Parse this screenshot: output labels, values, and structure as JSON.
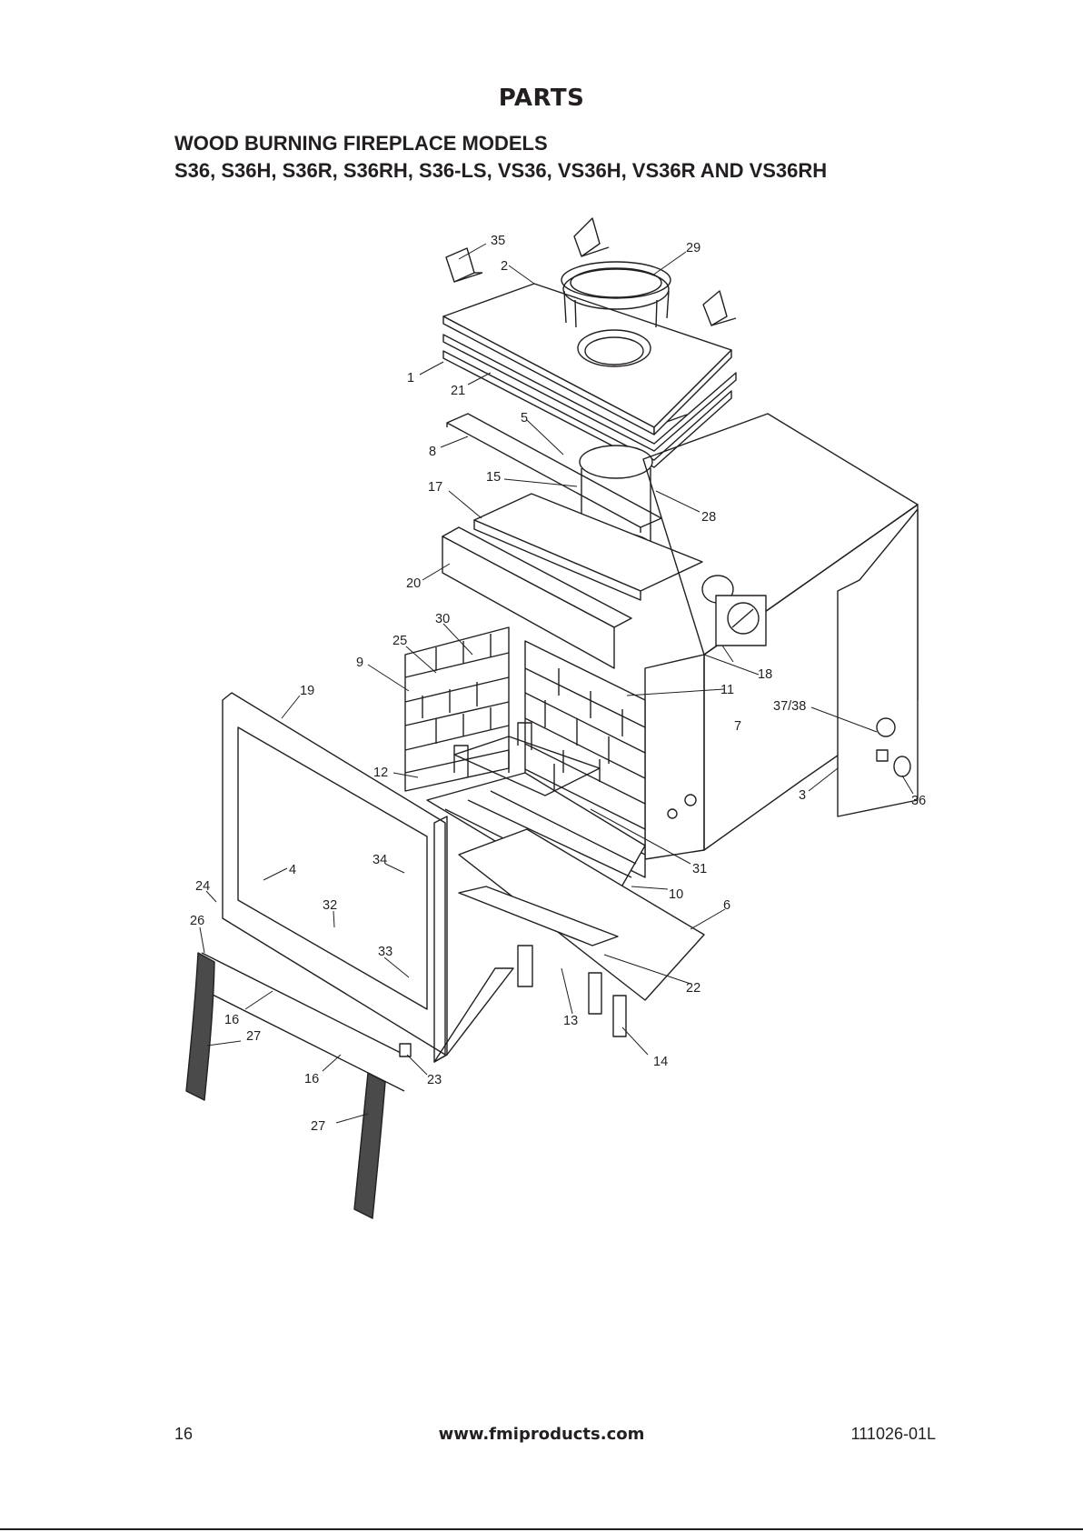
{
  "page": {
    "title": "PARTS",
    "subtitle_1": "WOOD BURNING FIREPLACE MODELS",
    "subtitle_2": "S36, S36H, S36R, S36RH, S36-LS, VS36, VS36H, VS36R AND VS36RH"
  },
  "footer": {
    "page_number": "16",
    "website": "www.fmiproducts.com",
    "doc_number": "111026-01L"
  },
  "callouts": {
    "c1": "1",
    "c2": "2",
    "c3": "3",
    "c4": "4",
    "c5": "5",
    "c6": "6",
    "c7": "7",
    "c8": "8",
    "c9": "9",
    "c10": "10",
    "c11": "11",
    "c12": "12",
    "c13": "13",
    "c14": "14",
    "c15": "15",
    "c16a": "16",
    "c16b": "16",
    "c17": "17",
    "c18": "18",
    "c19": "19",
    "c20": "20",
    "c21": "21",
    "c22": "22",
    "c23": "23",
    "c24": "24",
    "c25": "25",
    "c26": "26",
    "c27a": "27",
    "c27b": "27",
    "c28": "28",
    "c29": "29",
    "c30": "30",
    "c31": "31",
    "c32": "32",
    "c33": "33",
    "c34": "34",
    "c35": "35",
    "c36": "36",
    "c3738": "37/38"
  }
}
